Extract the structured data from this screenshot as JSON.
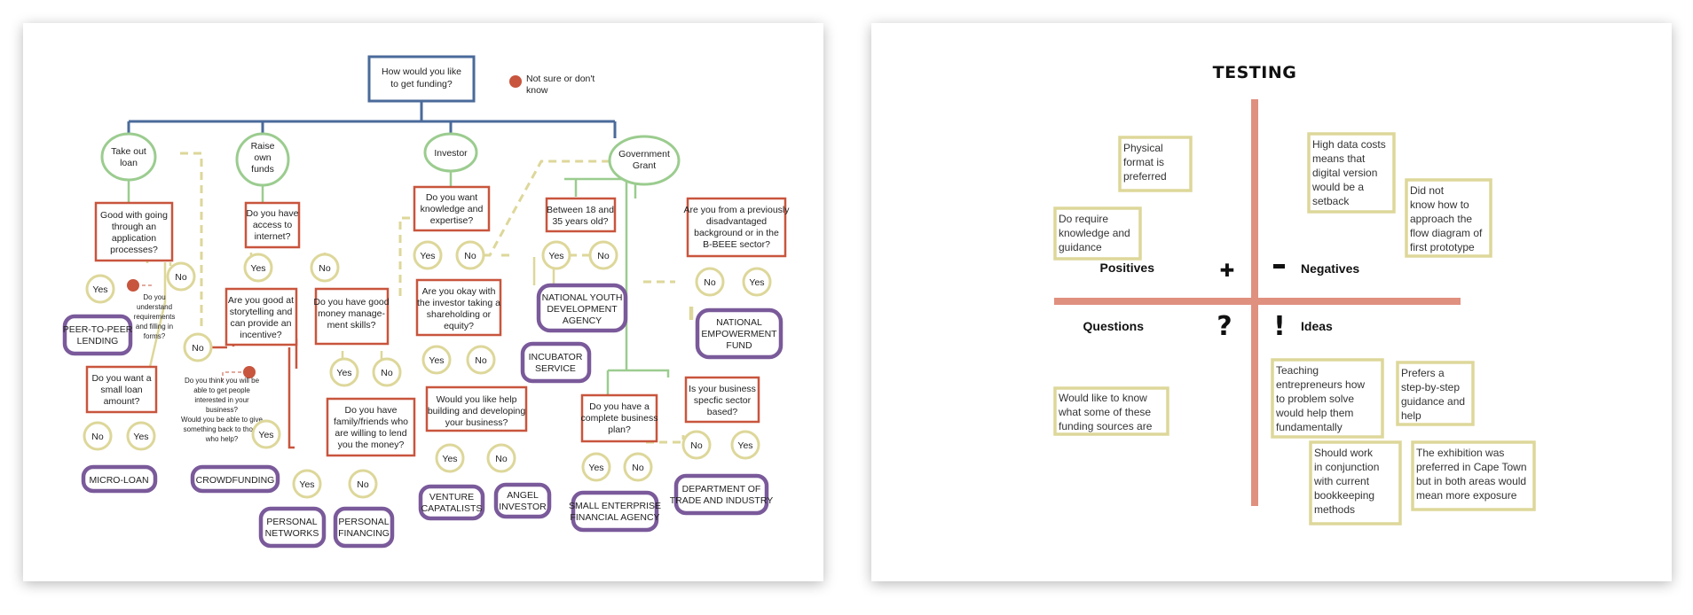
{
  "flowchart": {
    "start_question": [
      "How would you like",
      "to get funding?"
    ],
    "not_sure_legend": [
      "Not sure or don't",
      "know"
    ],
    "branches": {
      "loan": [
        "Take out",
        "loan"
      ],
      "own_funds": [
        "Raise",
        "own",
        "funds"
      ],
      "investor": [
        "Investor"
      ],
      "grant": [
        "Government",
        "Grant"
      ]
    },
    "questions": {
      "application": [
        "Good with going",
        "through an",
        "application",
        "processes?"
      ],
      "small_loan": [
        "Do you want a",
        "small loan",
        "amount?"
      ],
      "internet": [
        "Do you have",
        "access to",
        "internet?"
      ],
      "storytelling": [
        "Are you good at",
        "storytelling and",
        "can provide an",
        "incentive?"
      ],
      "money_skills": [
        "Do you have good",
        "money manage-",
        "ment skills?"
      ],
      "family": [
        "Do you have",
        "family/friends who",
        "are willing to lend",
        "you the money?"
      ],
      "knowledge": [
        "Do you want",
        "knowledge and",
        "expertise?"
      ],
      "shareholding": [
        "Are you okay with",
        "the investor taking a",
        "shareholding or",
        "equity?"
      ],
      "help_building": [
        "Would you like help",
        "building and developing",
        "your business?"
      ],
      "age": [
        "Between 18 and",
        "35 years old?"
      ],
      "disadvantaged": [
        "Are you from a previously",
        "disadvantaged",
        "background or in the",
        "B-BEEE sector?"
      ],
      "business_plan": [
        "Do you have a",
        "complete business",
        "plan?"
      ],
      "sector": [
        "Is your business",
        "specfic sector",
        "based?"
      ]
    },
    "hints": {
      "requirements": [
        "Do you",
        "understand",
        "requirements",
        "and filling in",
        "forms?"
      ],
      "people": [
        "Do you think you will be",
        "able to get people",
        "interested in your",
        "business?",
        "Would you be able to give",
        "something back to those",
        "who help?"
      ]
    },
    "yes_label": "Yes",
    "no_label": "No",
    "outcomes": {
      "p2p": [
        "PEER-TO-PEER",
        "LENDING"
      ],
      "microloan": [
        "MICRO-LOAN"
      ],
      "crowdfunding": [
        "CROWDFUNDING"
      ],
      "personal_networks": [
        "PERSONAL",
        "NETWORKS"
      ],
      "personal_financing": [
        "PERSONAL",
        "FINANCING"
      ],
      "incubator": [
        "INCUBATOR",
        "SERVICE"
      ],
      "venture": [
        "VENTURE",
        "CAPATALISTS"
      ],
      "angel": [
        "ANGEL",
        "INVESTOR"
      ],
      "nyda": [
        "NATIONAL YOUTH",
        "DEVELOPMENT",
        "AGENCY"
      ],
      "nef": [
        "NATIONAL",
        "EMPOWERMENT",
        "FUND"
      ],
      "sefa": [
        "SMALL ENTERPRISE",
        "FINANCIAL AGENCY"
      ],
      "dti": [
        "DEPARTMENT OF",
        "TRADE AND INDUSTRY"
      ]
    },
    "colors": {
      "question_border": "#c8553d",
      "start_border": "#4a6a9a",
      "branch_circle": "#9bcc8f",
      "answer_circle": "#ddd79a",
      "outcome_border": "#7a5a9a",
      "not_sure_dot": "#c8553d"
    }
  },
  "testing": {
    "title": "TESTING",
    "quadrants": {
      "positives": "Positives",
      "negatives": "Negatives",
      "questions": "Questions",
      "ideas": "Ideas"
    },
    "symbols": {
      "plus": "✚",
      "minus": "━",
      "question": "?",
      "exclaim": "!"
    },
    "notes": {
      "physical": [
        "Physical",
        "format is",
        "preferred"
      ],
      "knowledge": [
        "Do require",
        "knowledge and",
        "guidance"
      ],
      "data_costs": [
        "High data costs",
        "means that",
        "digital version",
        "would be a",
        "setback"
      ],
      "did_not_know": [
        "Did not",
        "know how to",
        "approach the",
        "flow diagram of",
        "first prototype"
      ],
      "would_like": [
        "Would like to know",
        "what some of these",
        "funding sources are"
      ],
      "teaching": [
        "Teaching",
        "entrepreneurs how",
        "to problem solve",
        "would help them",
        "fundamentally"
      ],
      "step_by_step": [
        "Prefers a",
        "step-by-step",
        "guidance and",
        "help"
      ],
      "bookkeeping": [
        "Should work",
        "in conjunction",
        "with current",
        "bookkeeping",
        "methods"
      ],
      "exhibition": [
        "The exhibition was",
        "preferred in Cape Town",
        "but in both areas would",
        "mean more exposure"
      ]
    },
    "colors": {
      "axis": "#e0907f",
      "note_border": "#ddd79a"
    }
  }
}
